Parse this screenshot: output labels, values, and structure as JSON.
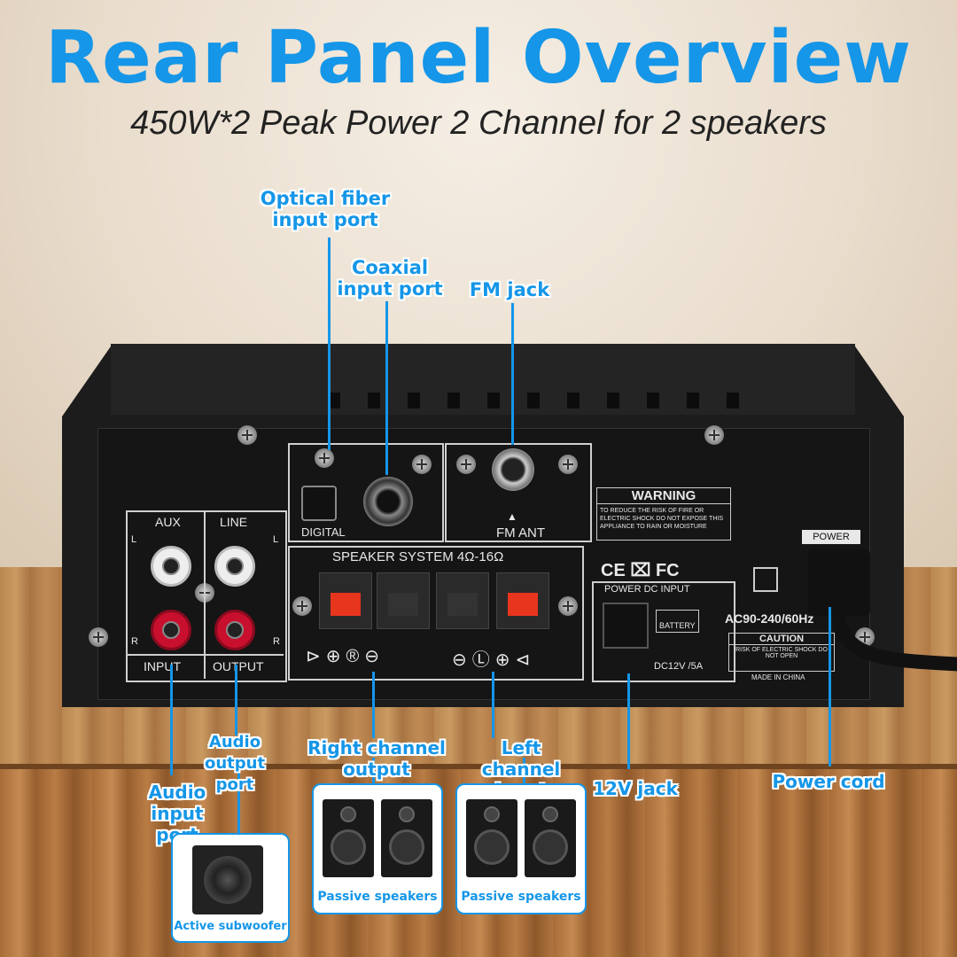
{
  "title": "Rear Panel Overview",
  "subtitle": "450W*2 Peak Power 2 Channel for 2 speakers",
  "panel": {
    "digital": "DIGITAL",
    "fm_ant": "FM ANT",
    "aux": "AUX",
    "line": "LINE",
    "l1": "L",
    "l2": "L",
    "r1": "R",
    "r2": "R",
    "input": "INPUT",
    "output": "OUTPUT",
    "speaker_system": "SPEAKER SYSTEM 4Ω-16Ω",
    "warning_title": "WARNING",
    "warning_text": "TO REDUCE THE RISK OF FIRE OR ELECTRIC SHOCK DO NOT EXPOSE THIS APPLIANCE TO RAIN OR MOISTURE",
    "certs": "CE  ⌧  FC",
    "power_dc_input": "POWER DC INPUT",
    "battery": "BATTERY",
    "dc_spec": "DC12V /5A",
    "ac_spec": "AC90-240/60Hz",
    "caution_title": "CAUTION",
    "caution_text": "RISK OF ELECTRIC SHOCK DO NOT OPEN",
    "made_in": "MADE IN CHINA",
    "power": "POWER"
  },
  "callouts": {
    "optical": "Optical fiber input port",
    "coaxial": "Coaxial input port",
    "fm_jack": "FM jack",
    "audio_output": "Audio output port",
    "audio_input": "Audio input port",
    "right_channel": "Right  channel output",
    "left_channel": "Left channel input",
    "jack_12v": "12V jack",
    "power_cord": "Power cord"
  },
  "speakers": {
    "active": "Active subwoofer",
    "passive_1": "Passive speakers",
    "passive_2": "Passive speakers"
  }
}
